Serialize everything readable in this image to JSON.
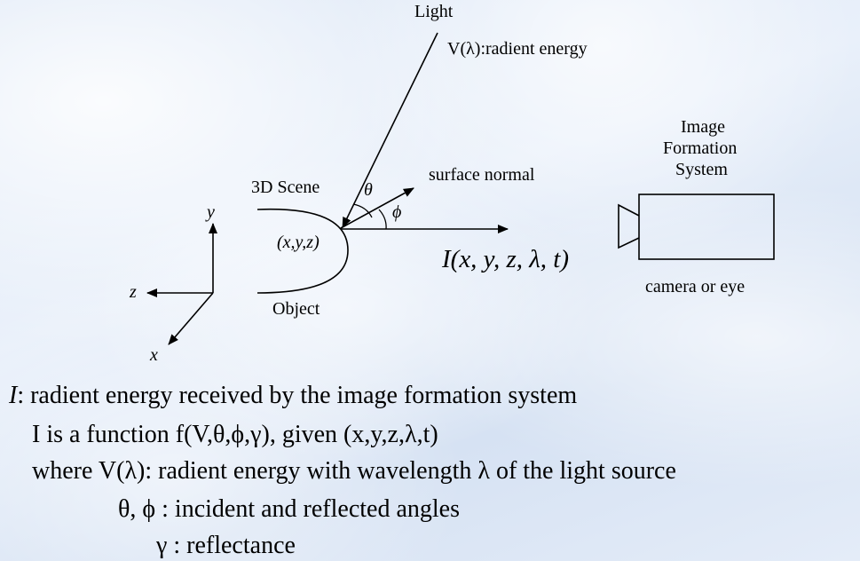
{
  "diagram": {
    "light_label": "Light",
    "radiant_energy_label": "V(λ):radient energy",
    "surface_normal_label": "surface normal",
    "theta_symbol": "θ",
    "phi_symbol": "ϕ",
    "scene_label": "3D Scene",
    "point_label": "(x,y,z)",
    "object_label": "Object",
    "intensity_label": "I(x, y, z, λ, t)",
    "axis_y": "y",
    "axis_z": "z",
    "axis_x": "x",
    "camera_title_1": "Image",
    "camera_title_2": "Formation",
    "camera_title_3": "System",
    "camera_caption": "camera or eye"
  },
  "text": {
    "line1_var": "I",
    "line1_rest": ": radient energy received by the image formation system",
    "line2": "I is a function f(V,θ,ϕ,γ), given (x,y,z,λ,t)",
    "line3": "where V(λ): radient energy with wavelength λ of the light source",
    "line4": "θ, ϕ : incident and reflected angles",
    "line5": "γ : reflectance"
  }
}
